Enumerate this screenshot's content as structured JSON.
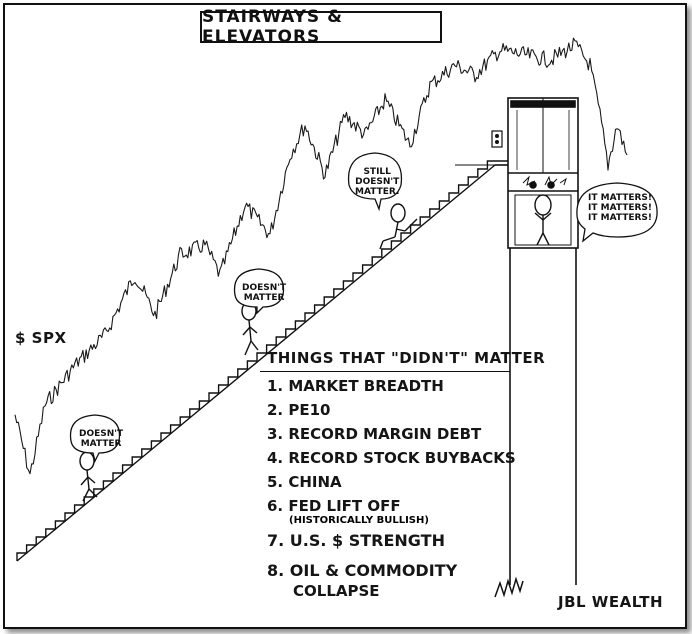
{
  "title": "STAIRWAYS & ELEVATORS",
  "spx_label": "$ SPX",
  "speech_bubbles": {
    "first": [
      "DOESN'T",
      "MATTER"
    ],
    "second": [
      "DOESN'T",
      "MATTER"
    ],
    "third": [
      "STILL",
      "DOESN'T",
      "MATTER."
    ],
    "elevator": [
      "IT MATTERS!",
      "IT MATTERS!",
      "IT MATTERS!"
    ]
  },
  "list": {
    "heading": "THINGS THAT \"DIDN'T\" MATTER",
    "items": [
      "1. MARKET BREADTH",
      "2. PE10",
      "3. RECORD MARGIN DEBT",
      "4. RECORD STOCK BUYBACKS",
      "5. CHINA",
      "6. FED LIFT OFF",
      "7. U.S. $ STRENGTH",
      "8. OIL & COMMODITY"
    ],
    "item6_note": "(HISTORICALLY BULLISH)",
    "item8_continued": "COLLAPSE"
  },
  "signature": "JBL WEALTH",
  "colors": {
    "ink": "#111111",
    "paper": "#ffffff"
  }
}
